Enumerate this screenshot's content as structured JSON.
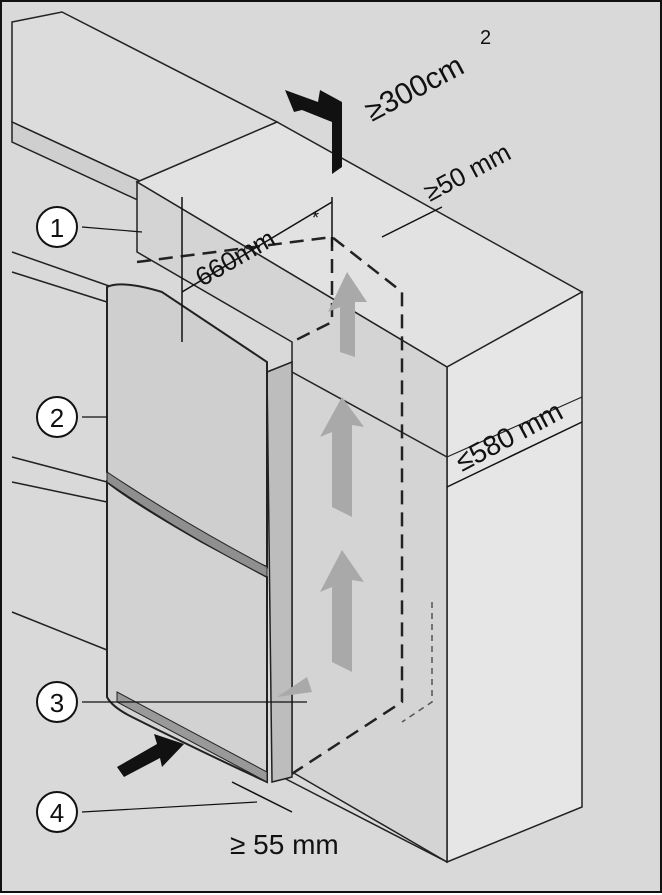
{
  "diagram": {
    "callouts": [
      {
        "id": "1",
        "text": "1"
      },
      {
        "id": "2",
        "text": "2"
      },
      {
        "id": "3",
        "text": "3"
      },
      {
        "id": "4",
        "text": "4"
      }
    ],
    "dimensions": {
      "vent_area": "≥300cm",
      "vent_area_sup": "2",
      "top_gap": "≥50 mm",
      "width": "660mm",
      "width_mark": "*",
      "depth": "≤580 mm",
      "bottom_gap": "≥ 55 mm"
    },
    "colors": {
      "background": "#d9d9d9",
      "cabinet_face": "#e6e6e6",
      "cabinet_shade": "#c9c9c9",
      "fridge_door": "#cfcfcf",
      "airflow_arrow": "#a9a9a9",
      "arrow_black": "#111111"
    }
  }
}
